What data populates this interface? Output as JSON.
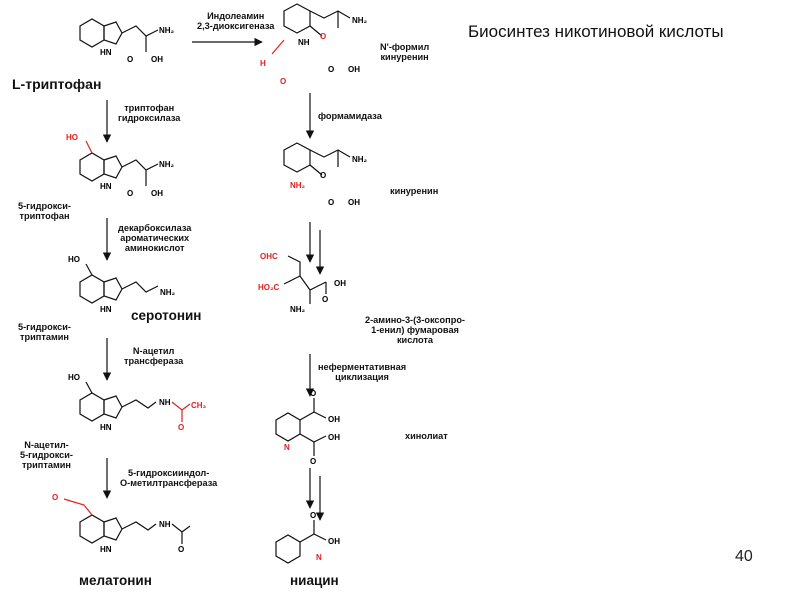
{
  "page": {
    "title": "Биосинтез никотиновой кислоты",
    "slide_number": "40"
  },
  "compounds": {
    "tryptophan": "L-триптофан",
    "nfk": "N'-формил\nкинуренин",
    "ohtrp": "5-гидрокси-\nтриптофан",
    "kynurenine": "кинуренин",
    "serotonin_chem": "5-гидрокси-\nтриптамин",
    "serotonin": "серотонин",
    "acms": "2-амино-3-(3-оксопро-\n1-енил) фумаровая\nкислота",
    "nacetyl": "N-ацетил-\n5-гидрокси-\nтриптамин",
    "quinolinate": "хинолиат",
    "melatonin": "мелатонин",
    "niacin": "ниацин"
  },
  "enzymes": {
    "ido": "Индолеамин\n2,3-диоксигеназа",
    "tph": "триптофан\nгидроксилаза",
    "formamidase": "формамидаза",
    "aadc": "декарбоксилаза\nароматических\nаминокислот",
    "nonenz": "неферментативная\nциклизация",
    "aanat": "N-ацетил\nтрансфераза",
    "asmt": "5-гидроксииндол-\nO-метилтрансфераза"
  },
  "atoms": {
    "nh2": "NH₂",
    "nh": "NH",
    "hn": "HN",
    "oh": "OH",
    "ho": "HO",
    "o": "O",
    "h": "H",
    "n": "N",
    "ohc": "OHC",
    "ho2c": "HO₂C",
    "ch3": "CH₃"
  },
  "colors": {
    "highlight": "#e02020",
    "bond": "#111111",
    "arrow": "#111111"
  }
}
